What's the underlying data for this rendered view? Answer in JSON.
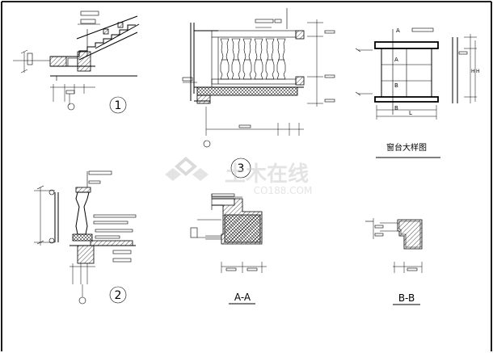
{
  "sheet": {
    "callouts": [
      "1",
      "2",
      "3"
    ],
    "section_titles": {
      "aa": "A-A",
      "bb": "B-B"
    },
    "window_sill_title": "窗台大样图",
    "section_marks": {
      "a": "A",
      "b": "B"
    },
    "plan_dimension": "L",
    "vertical_dims": {
      "h1": "H",
      "h2": "H"
    },
    "axis_symbol": "①"
  },
  "watermark": {
    "brand": "土木在线",
    "url": "CO188.COM"
  }
}
